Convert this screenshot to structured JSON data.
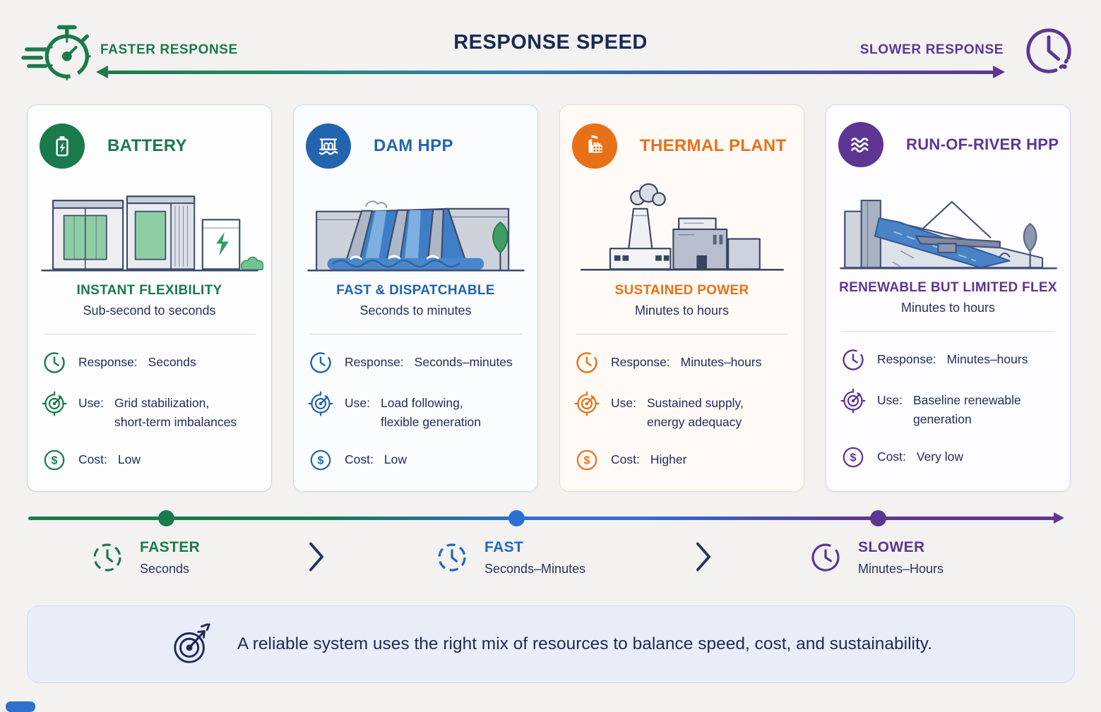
{
  "header": {
    "title": "RESPONSE SPEED",
    "faster_label": "FASTER RESPONSE",
    "slower_label": "SLOWER RESPONSE"
  },
  "cards": [
    {
      "name": "BATTERY",
      "tagline": "INSTANT FLEXIBILITY",
      "subtitle": "Sub-second to seconds",
      "response_label": "Response:",
      "response_value": "Seconds",
      "use_label": "Use:",
      "use_value1": "Grid stabilization,",
      "use_value2": "short-term imbalances",
      "cost_label": "Cost:",
      "cost_value": "Low",
      "accent": "#1b7a4c"
    },
    {
      "name": "DAM HPP",
      "tagline": "FAST & DISPATCHABLE",
      "subtitle": "Seconds to minutes",
      "response_label": "Response:",
      "response_value": "Seconds–minutes",
      "use_label": "Use:",
      "use_value1": "Load following,",
      "use_value2": "flexible generation",
      "cost_label": "Cost:",
      "cost_value": "Low",
      "accent": "#2265ae"
    },
    {
      "name": "THERMAL PLANT",
      "tagline": "SUSTAINED POWER",
      "subtitle": "Minutes to hours",
      "response_label": "Response:",
      "response_value": "Minutes–hours",
      "use_label": "Use:",
      "use_value1": "Sustained supply,",
      "use_value2": "energy adequacy",
      "cost_label": "Cost:",
      "cost_value": "Higher",
      "accent": "#e87117"
    },
    {
      "name": "RUN-OF-RIVER HPP",
      "tagline": "RENEWABLE BUT LIMITED FLEX",
      "subtitle": "Minutes to hours",
      "response_label": "Response:",
      "response_value": "Minutes–hours",
      "use_label": "Use:",
      "use_value1": "Baseline renewable",
      "use_value2": "generation",
      "cost_label": "Cost:",
      "cost_value": "Very low",
      "accent": "#5d3694"
    }
  ],
  "timeline": {
    "stages": [
      {
        "label": "FASTER",
        "sub": "Seconds",
        "color": "#1b7a4c"
      },
      {
        "label": "FAST",
        "sub": "Seconds–Minutes",
        "color": "#2166c8"
      },
      {
        "label": "SLOWER",
        "sub": "Minutes–Hours",
        "color": "#5d3694"
      }
    ]
  },
  "footer": {
    "text": "A reliable system uses the right mix of resources to balance speed, cost, and sustainability."
  },
  "icons": {
    "stopwatch-icon": "speeding stopwatch, green",
    "clock-icon": "clock face, purple",
    "battery-icon": "battery with lightning bolt",
    "dam-icon": "dam with arches and water",
    "factory-icon": "factory with chimney smoke",
    "waves-icon": "three water waves",
    "row-clock-icon": "outline clock",
    "row-target-icon": "target gauge with needle",
    "row-dollar-icon": "dollar sign in circle",
    "chevron-right-icon": "right chevron",
    "target-arrow-icon": "dartboard hit by arrow"
  },
  "colors": {
    "green": "#1b7a4c",
    "blue": "#2265ae",
    "orange": "#e87117",
    "purple": "#5d3694",
    "navy_text": "#222d5c",
    "background": "#f3f2f0",
    "footer_bg": "#e9edf8"
  }
}
